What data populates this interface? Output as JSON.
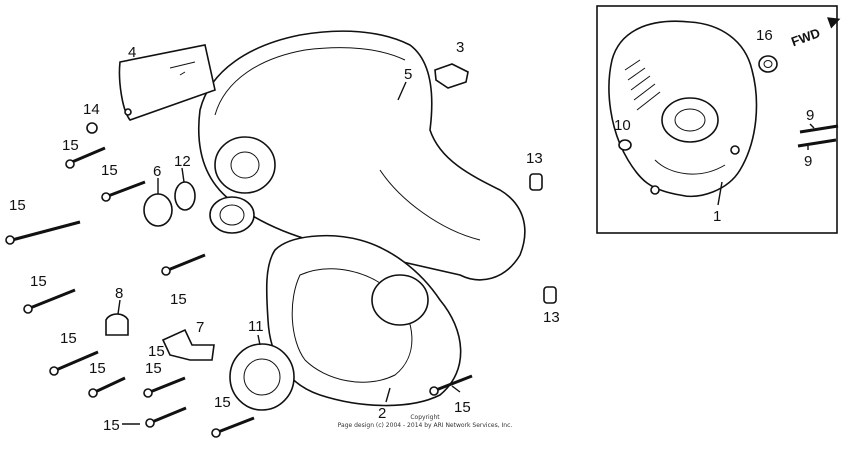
{
  "diagram": {
    "callouts": [
      {
        "id": "c1",
        "text": "1"
      },
      {
        "id": "c2",
        "text": "2"
      },
      {
        "id": "c3",
        "text": "3"
      },
      {
        "id": "c4",
        "text": "4"
      },
      {
        "id": "c5",
        "text": "5"
      },
      {
        "id": "c6",
        "text": "6"
      },
      {
        "id": "c7",
        "text": "7"
      },
      {
        "id": "c8",
        "text": "8"
      },
      {
        "id": "c9a",
        "text": "9"
      },
      {
        "id": "c9b",
        "text": "9"
      },
      {
        "id": "c10",
        "text": "10"
      },
      {
        "id": "c11",
        "text": "11"
      },
      {
        "id": "c12",
        "text": "12"
      },
      {
        "id": "c13a",
        "text": "13"
      },
      {
        "id": "c13b",
        "text": "13"
      },
      {
        "id": "c14",
        "text": "14"
      },
      {
        "id": "c15a",
        "text": "15"
      },
      {
        "id": "c15b",
        "text": "15"
      },
      {
        "id": "c15c",
        "text": "15"
      },
      {
        "id": "c15d",
        "text": "15"
      },
      {
        "id": "c15e",
        "text": "15"
      },
      {
        "id": "c15f",
        "text": "15"
      },
      {
        "id": "c15g",
        "text": "15"
      },
      {
        "id": "c15h",
        "text": "15"
      },
      {
        "id": "c15i",
        "text": "15"
      },
      {
        "id": "c15j",
        "text": "15"
      },
      {
        "id": "c15k",
        "text": "15"
      },
      {
        "id": "c15l",
        "text": "15"
      },
      {
        "id": "c16",
        "text": "16"
      }
    ],
    "fwd_label": "FWD",
    "copyright_line1": "Copyright",
    "copyright_line2": "Page design (c) 2004 - 2014 by ARI Network Services, Inc."
  }
}
